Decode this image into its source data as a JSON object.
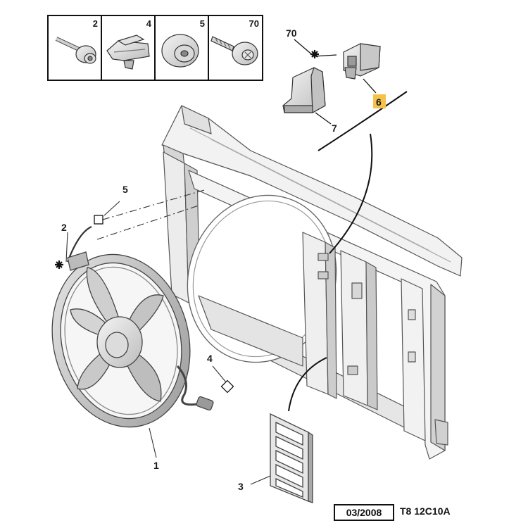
{
  "legend": {
    "cells": [
      {
        "number": "2",
        "icon": "bolt-icon"
      },
      {
        "number": "4",
        "icon": "clip-icon"
      },
      {
        "number": "5",
        "icon": "grommet-icon"
      },
      {
        "number": "70",
        "icon": "screw-icon"
      }
    ]
  },
  "callouts": {
    "c70_top": "70",
    "c6": "6",
    "c7": "7",
    "c5": "5",
    "c2": "2",
    "c4": "4",
    "c1": "1",
    "c3": "3"
  },
  "highlight_color": "#f5c24a",
  "footer": {
    "date": "03/2008",
    "ref_code": "T8 12C10A"
  }
}
